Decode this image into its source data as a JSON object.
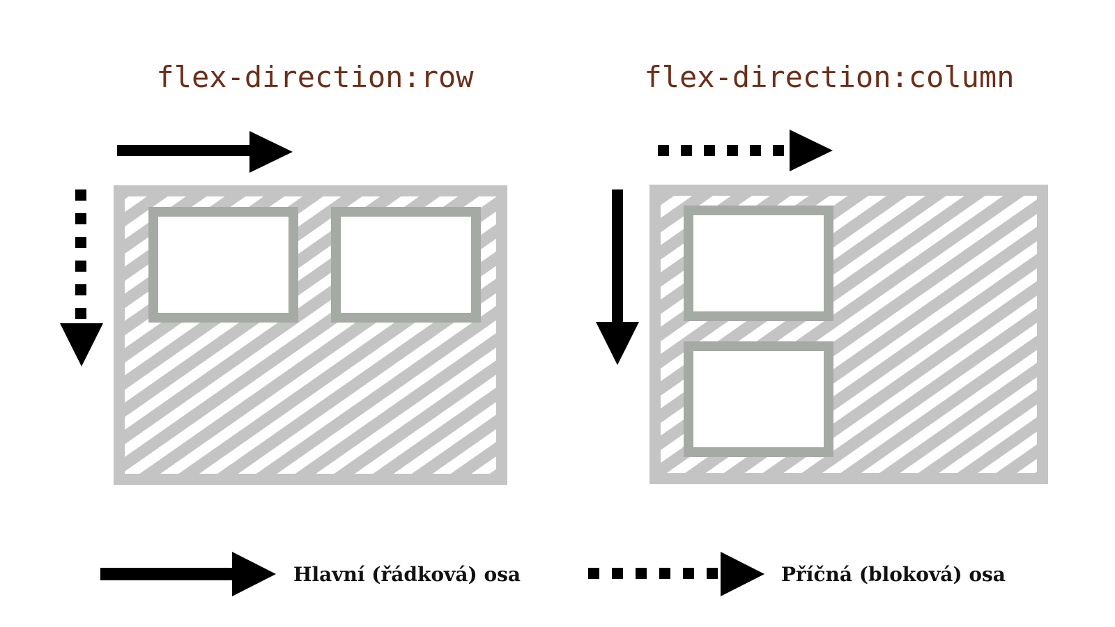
{
  "diagrams": [
    {
      "title": "flex-direction:row",
      "direction": "row",
      "item_count": 2
    },
    {
      "title": "flex-direction:column",
      "direction": "column",
      "item_count": 2
    }
  ],
  "legend": {
    "main_axis": {
      "label": "Hlavní (řádková) osa",
      "arrow_style": "solid"
    },
    "cross_axis": {
      "label": "Příčná (bloková) osa",
      "arrow_style": "dotted"
    }
  },
  "colors": {
    "background": "#ffffff",
    "title_text": "#6b2f1a",
    "container_border": "#c4c4c4",
    "container_hatch": "#c4c4c4",
    "item_border": "#a6aaa5",
    "item_fill": "#ffffff",
    "arrow": "#000000",
    "legend_text": "#111111"
  },
  "icons": {
    "main_axis": "solid-arrow-icon",
    "cross_axis": "dotted-arrow-icon"
  }
}
